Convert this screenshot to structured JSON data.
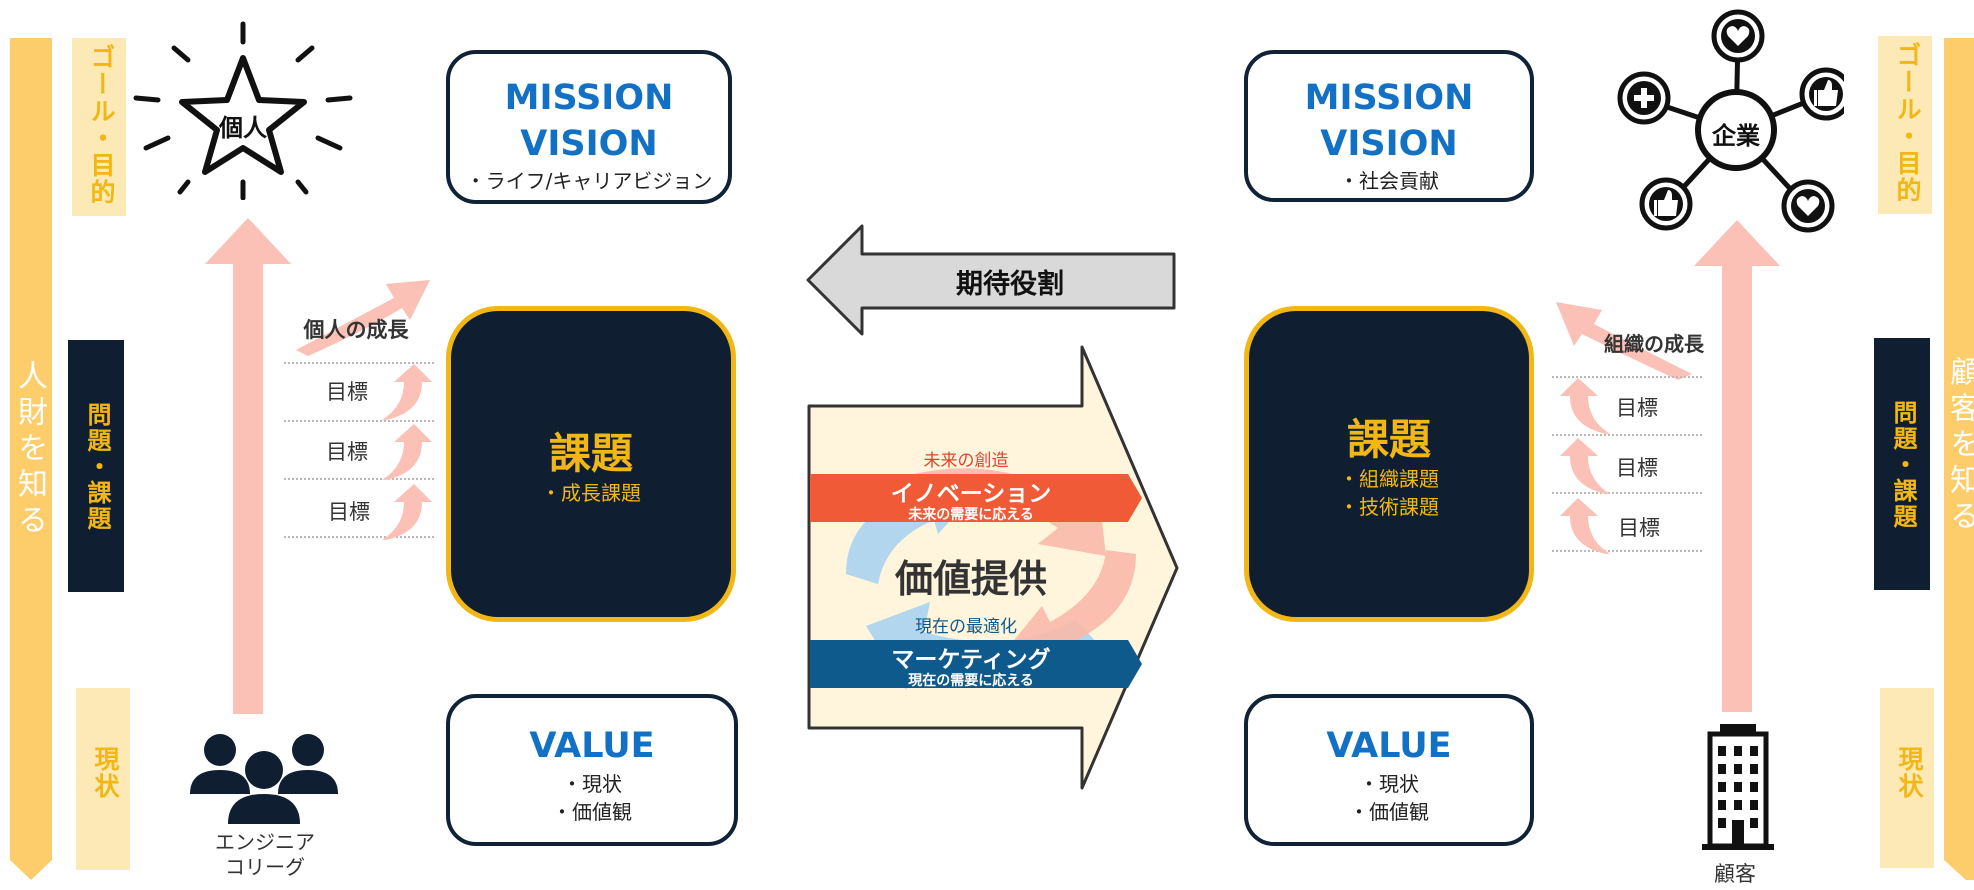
{
  "left": {
    "sidebar": "人財を知る",
    "goal": "ゴール・目的",
    "issue": "問題・課題",
    "current": "現状",
    "star_label": "個人",
    "mission_title": "MISSION\nVISION",
    "mission_sub": "・ライフ/キャリアビジョン",
    "growth_label": "個人の成長",
    "targets": [
      "目標",
      "目標",
      "目標"
    ],
    "kadai_title": "課題",
    "kadai_items": [
      "・成長課題"
    ],
    "value_title": "VALUE",
    "value_items": [
      "・現状",
      "・価値観"
    ],
    "people_label": "エンジニア\nコリーグ"
  },
  "center": {
    "expect_label": "期待役割",
    "future_creation": "未来の創造",
    "innovation": "イノベーション",
    "innovation_sub": "未来の需要に応える",
    "value_provide": "価値提供",
    "current_opt": "現在の最適化",
    "marketing": "マーケティング",
    "marketing_sub": "現在の需要に応える"
  },
  "right": {
    "sidebar": "顧客を知る",
    "goal": "ゴール・目的",
    "issue": "問題・課題",
    "current": "現状",
    "hub_label": "企業",
    "mission_title": "MISSION\nVISION",
    "mission_sub": "・社会貢献",
    "growth_label": "組織の成長",
    "targets": [
      "目標",
      "目標",
      "目標"
    ],
    "kadai_title": "課題",
    "kadai_items": [
      "・組織課題",
      "・技術課題"
    ],
    "value_title": "VALUE",
    "value_items": [
      "・現状",
      "・価値観"
    ],
    "building_label": "顧客"
  },
  "colors": {
    "navy": "#0f1f31",
    "gold": "#f2b714",
    "blue": "#1271c5",
    "pink_arrow": "#fbc0b6",
    "light_gold": "#fde9b6",
    "red_band": "#f15a37",
    "blue_band": "#0f5a8d"
  }
}
